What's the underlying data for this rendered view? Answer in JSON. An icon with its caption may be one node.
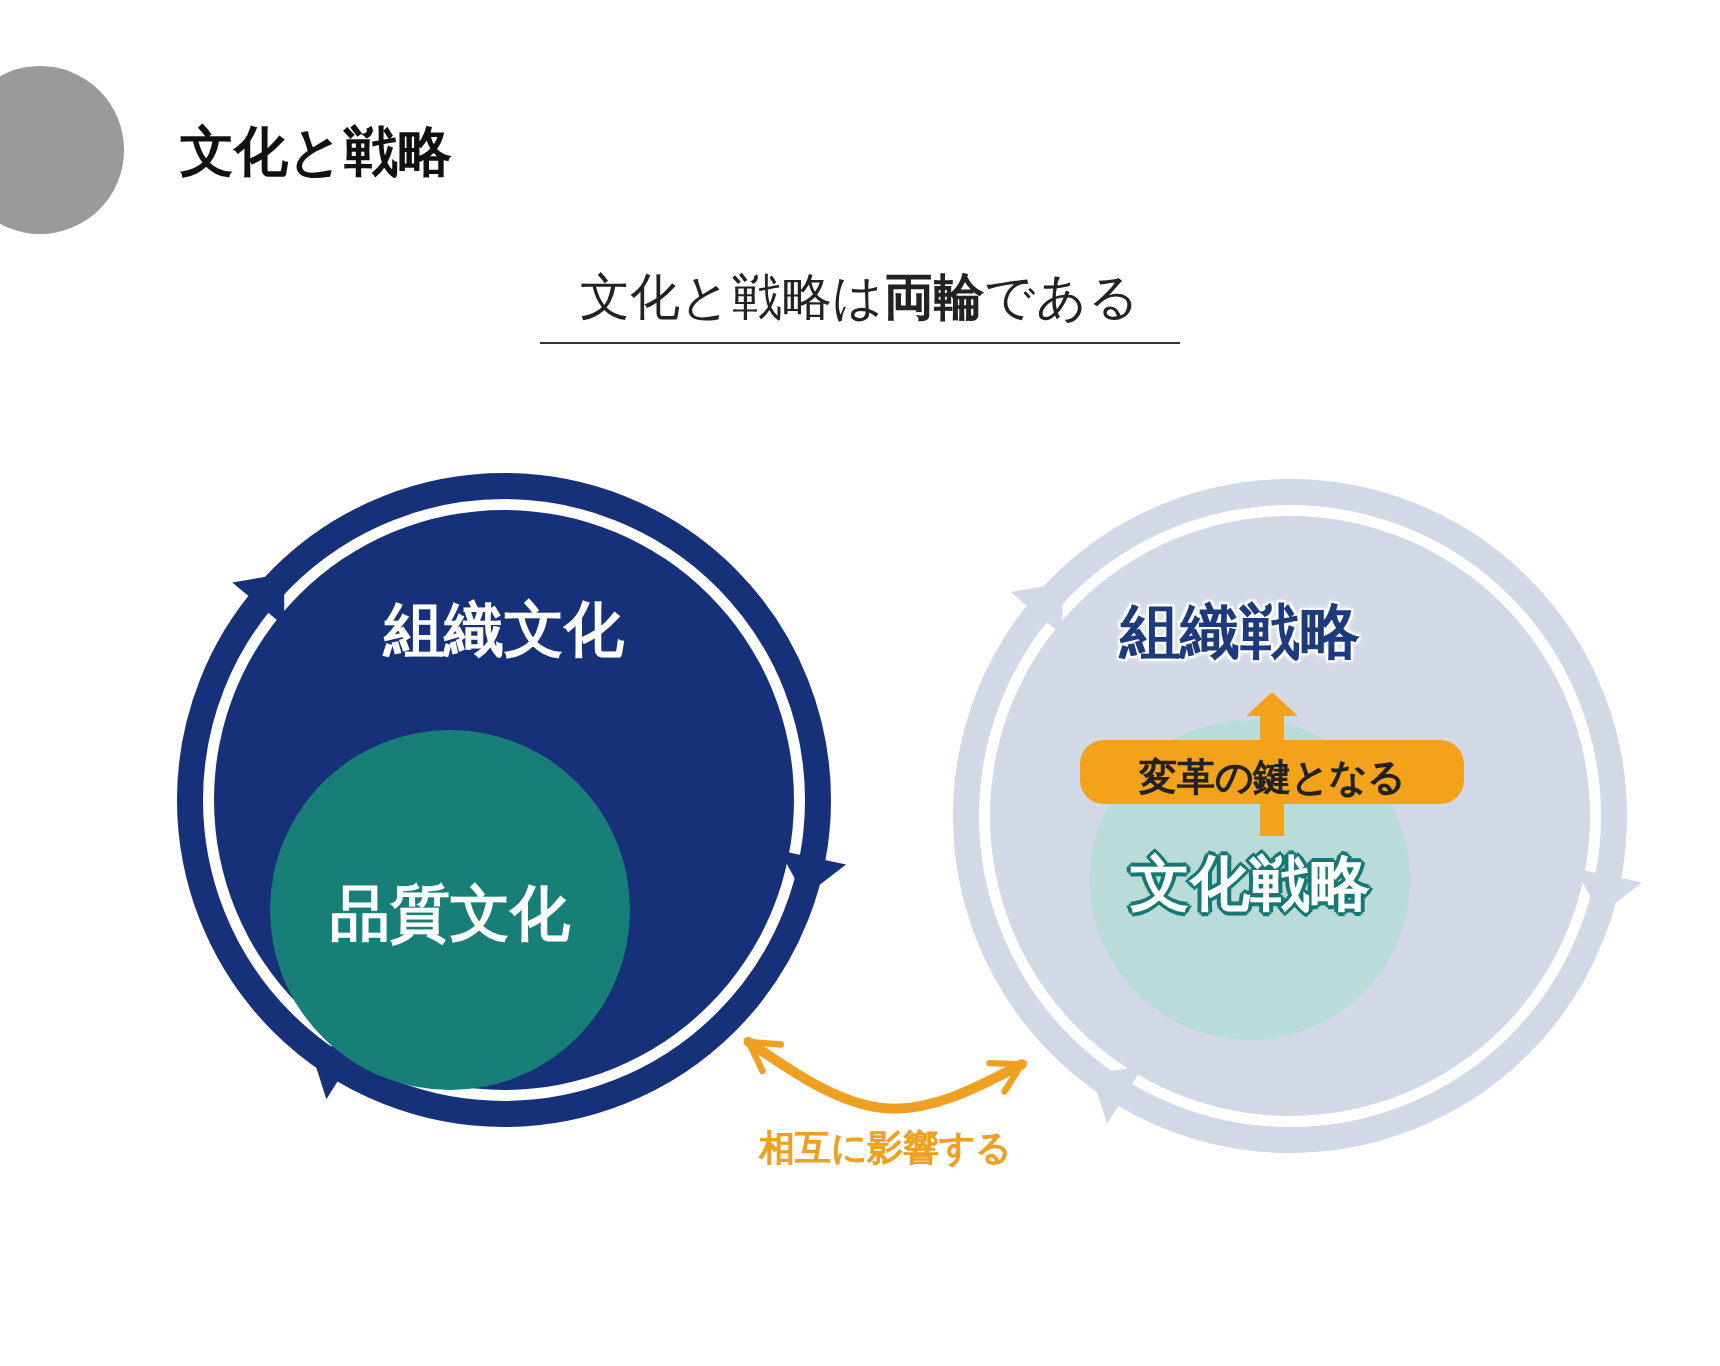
{
  "diagram": {
    "title": "文化と戦略",
    "nodes": [
      {
        "text": [
          "組織文化"
        ]
      },
      {
        "text": [
          "品質文化"
        ],
        "in": 0
      },
      {
        "text": [
          "組織戦略"
        ]
      },
      {
        "text": [
          "変革の鍵となる"
        ],
        "in": 2
      },
      {
        "text": [
          "文化戦略"
        ],
        "in": 2
      }
    ],
    "edges": [
      {
        "from": 0,
        "to": 2,
        "arrow": "both",
        "label": "相互に影響する"
      }
    ],
    "labels": [
      "文化と戦略は**両輪**である"
    ]
  }
}
